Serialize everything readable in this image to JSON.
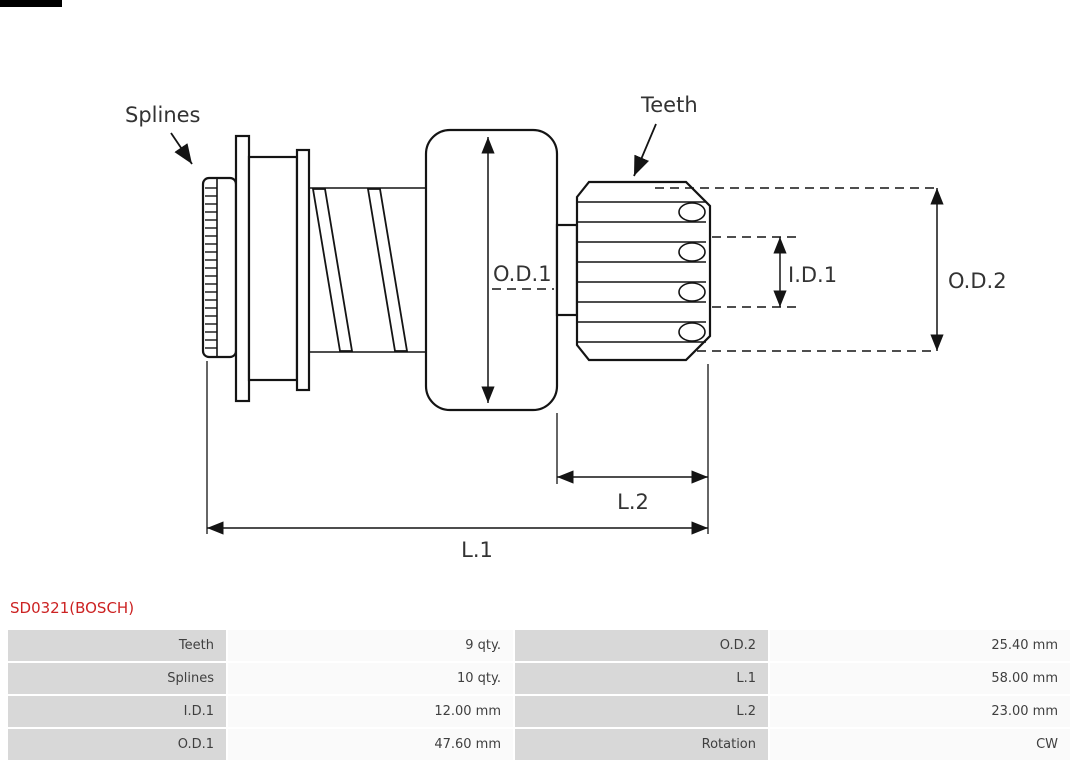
{
  "colors": {
    "accent": "#cc2222",
    "line": "#141414",
    "label-text": "#333333",
    "cell-label-bg": "#d8d8d8",
    "cell-value-bg": "#fafafa",
    "cell-text": "#3f3f3f"
  },
  "title": "SD0321(BOSCH)",
  "diagram": {
    "splines_label": "Splines",
    "teeth_label": "Teeth",
    "od1_label": "O.D.1",
    "id1_label": "I.D.1",
    "od2_label": "O.D.2",
    "l1_label": "L.1",
    "l2_label": "L.2"
  },
  "table": {
    "rows": [
      {
        "c0": "Teeth",
        "c1": "9 qty.",
        "c2": "O.D.2",
        "c3": "25.40 mm"
      },
      {
        "c0": "Splines",
        "c1": "10 qty.",
        "c2": "L.1",
        "c3": "58.00 mm"
      },
      {
        "c0": "I.D.1",
        "c1": "12.00 mm",
        "c2": "L.2",
        "c3": "23.00 mm"
      },
      {
        "c0": "O.D.1",
        "c1": "47.60 mm",
        "c2": "Rotation",
        "c3": "CW"
      }
    ]
  }
}
